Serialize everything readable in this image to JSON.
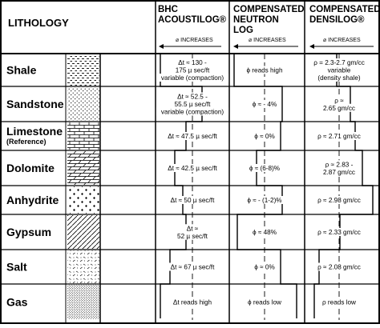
{
  "header": {
    "lithology": "LITHOLOGY",
    "acoustic": [
      "BHC",
      "ACOUSTILOG®"
    ],
    "neutron": [
      "COMPENSATED",
      "NEUTRON",
      "LOG"
    ],
    "density": [
      "COMPENSATED",
      "DENSILOG®"
    ],
    "increases": "⌀ INCREASES"
  },
  "rows": [
    {
      "name": "Shale",
      "sub": "",
      "acoustic": [
        "Δt ≈ 130 -",
        "175 µ sec/ft",
        "variable (compaction)"
      ],
      "neutron": [
        "ϕ reads high"
      ],
      "density": [
        "ρ = 2.3-2.7 gm/cc",
        "variable",
        "(density shale)"
      ]
    },
    {
      "name": "Sandstone",
      "sub": "",
      "acoustic": [
        "Δt ≈ 52.5 -",
        "55.5 µ sec/ft",
        "variable (compaction)"
      ],
      "neutron": [
        "ϕ ≈ - 4%"
      ],
      "density": [
        "ρ ≈",
        "2.65 gm/cc"
      ]
    },
    {
      "name": "Limestone",
      "sub": "(Reference)",
      "acoustic": [
        "Δt ≈ 47.5 µ sec/ft"
      ],
      "neutron": [
        "ϕ ≈ 0%"
      ],
      "density": [
        "ρ ≈ 2.71 gm/cc"
      ]
    },
    {
      "name": "Dolomite",
      "sub": "",
      "acoustic": [
        "Δt ≈ 42.5 µ sec/ft"
      ],
      "neutron": [
        "ϕ ≈ (6-8)%"
      ],
      "density": [
        "ρ ≈ 2.83 -",
        "2.87 gm/cc"
      ]
    },
    {
      "name": "Anhydrite",
      "sub": "",
      "acoustic": [
        "Δt ≈ 50 µ sec/ft"
      ],
      "neutron": [
        "ϕ ≈ - (1-2)%"
      ],
      "density": [
        "ρ ≈ 2.98 gm/cc"
      ]
    },
    {
      "name": "Gypsum",
      "sub": "",
      "acoustic": [
        "Δt ≈",
        "52 µ sec/ft"
      ],
      "neutron": [
        "ϕ ≈ 48%"
      ],
      "density": [
        "ρ ≈ 2.33 gm/cc"
      ]
    },
    {
      "name": "Salt",
      "sub": "",
      "acoustic": [
        "Δt ≈ 67 µ sec/ft"
      ],
      "neutron": [
        "ϕ ≈ 0%"
      ],
      "density": [
        "ρ ≈ 2.08 gm/cc"
      ]
    },
    {
      "name": "Gas",
      "sub": "",
      "acoustic": [
        "Δt reads high"
      ],
      "neutron": [
        "ϕ reads low"
      ],
      "density": [
        "ρ reads low"
      ]
    }
  ]
}
